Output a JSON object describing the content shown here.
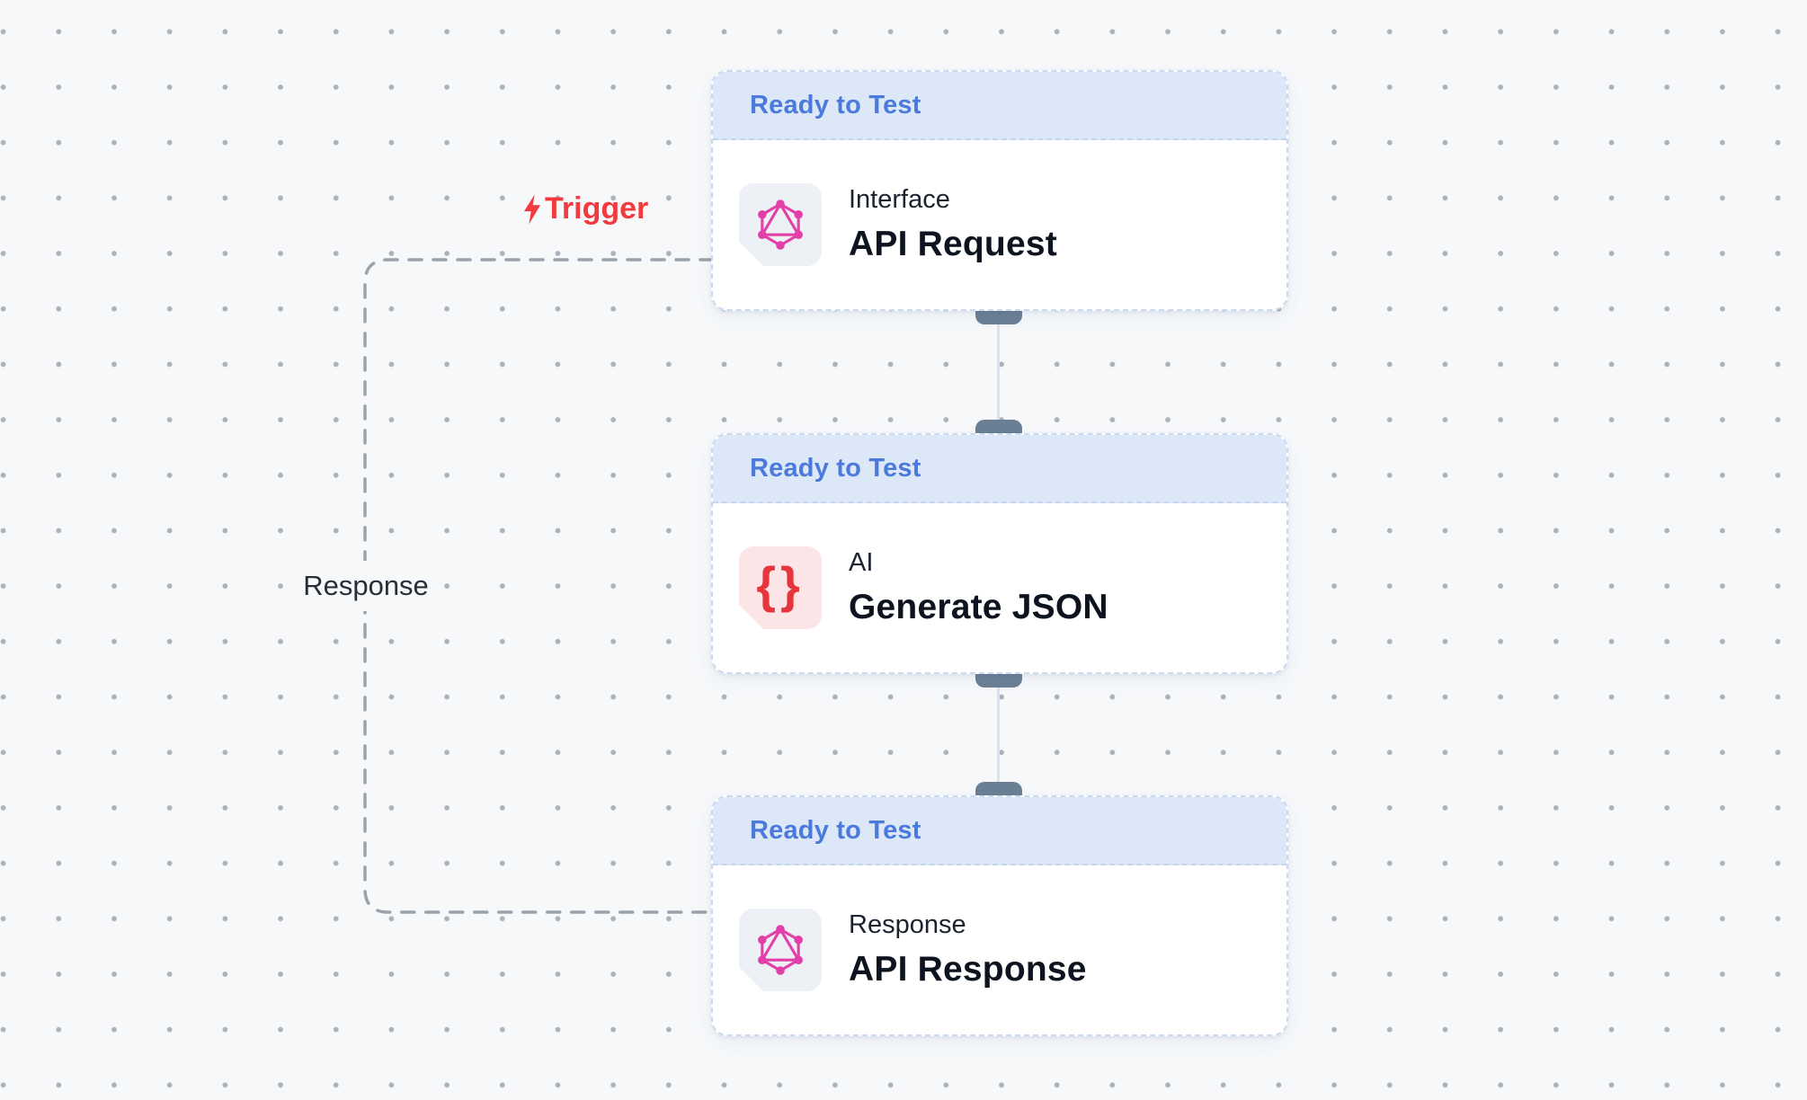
{
  "canvas": {
    "background_color": "#F6F8FA",
    "grid_dot_color": "#ACB1BA"
  },
  "theme": {
    "status_text_color": "#4B79DC",
    "node_header_bg": "#DCE7F8",
    "node_border_color": "#CBD9EF",
    "handle_color": "#6B7F94",
    "connector_line_color": "#D8E2F3",
    "dashed_edge_color": "#9BA2AB",
    "trigger_color": "#F23A3F",
    "graphql_pink": "#E33FA8",
    "braces_red": "#E6353C",
    "tile_gray_bg": "#EDF0F5",
    "tile_pink_bg": "#FBE5E6"
  },
  "edges": {
    "trigger_label": "Trigger",
    "response_label": "Response"
  },
  "nodes": [
    {
      "status": "Ready to Test",
      "category": "Interface",
      "title": "API Request",
      "icon": "graphql-icon"
    },
    {
      "status": "Ready to Test",
      "category": "AI",
      "title": "Generate JSON",
      "icon": "braces-icon",
      "icon_glyph": "{}"
    },
    {
      "status": "Ready to Test",
      "category": "Response",
      "title": "API Response",
      "icon": "graphql-icon"
    }
  ]
}
